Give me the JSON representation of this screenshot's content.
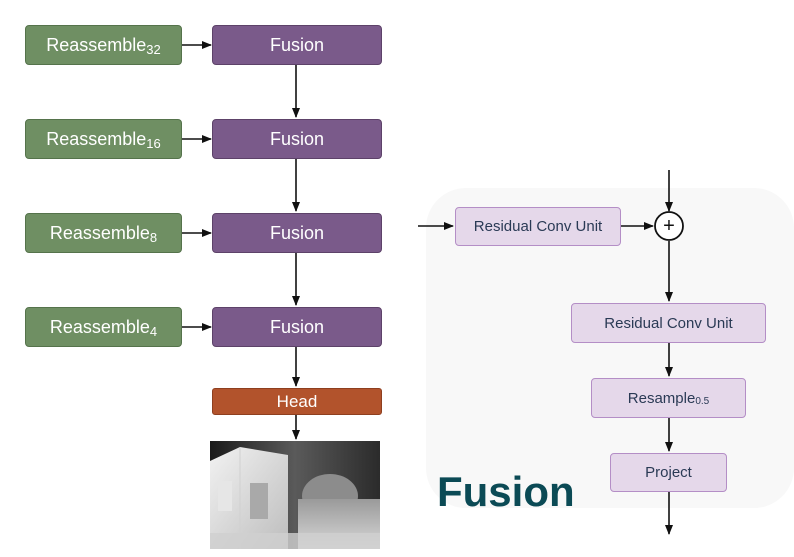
{
  "left_column": {
    "reassemble_prefix": "Reassemble",
    "reassemble_subscripts": [
      "32",
      "16",
      "8",
      "4"
    ],
    "fusion_label": "Fusion",
    "head_label": "Head",
    "depth_image_icon": "depth-map-image"
  },
  "fusion_detail": {
    "title": "Fusion",
    "rcu_top_label": "Residual Conv Unit",
    "rcu_mid_label": "Residual Conv Unit",
    "resample_prefix": "Resample",
    "resample_subscript": "0.5",
    "project_label": "Project",
    "sum_symbol": "+"
  },
  "colors": {
    "reassemble": "#6f8f63",
    "fusion": "#7a5a8a",
    "head": "#b2532c",
    "light_box": "#e5d8ea",
    "title": "#0b4a55"
  }
}
